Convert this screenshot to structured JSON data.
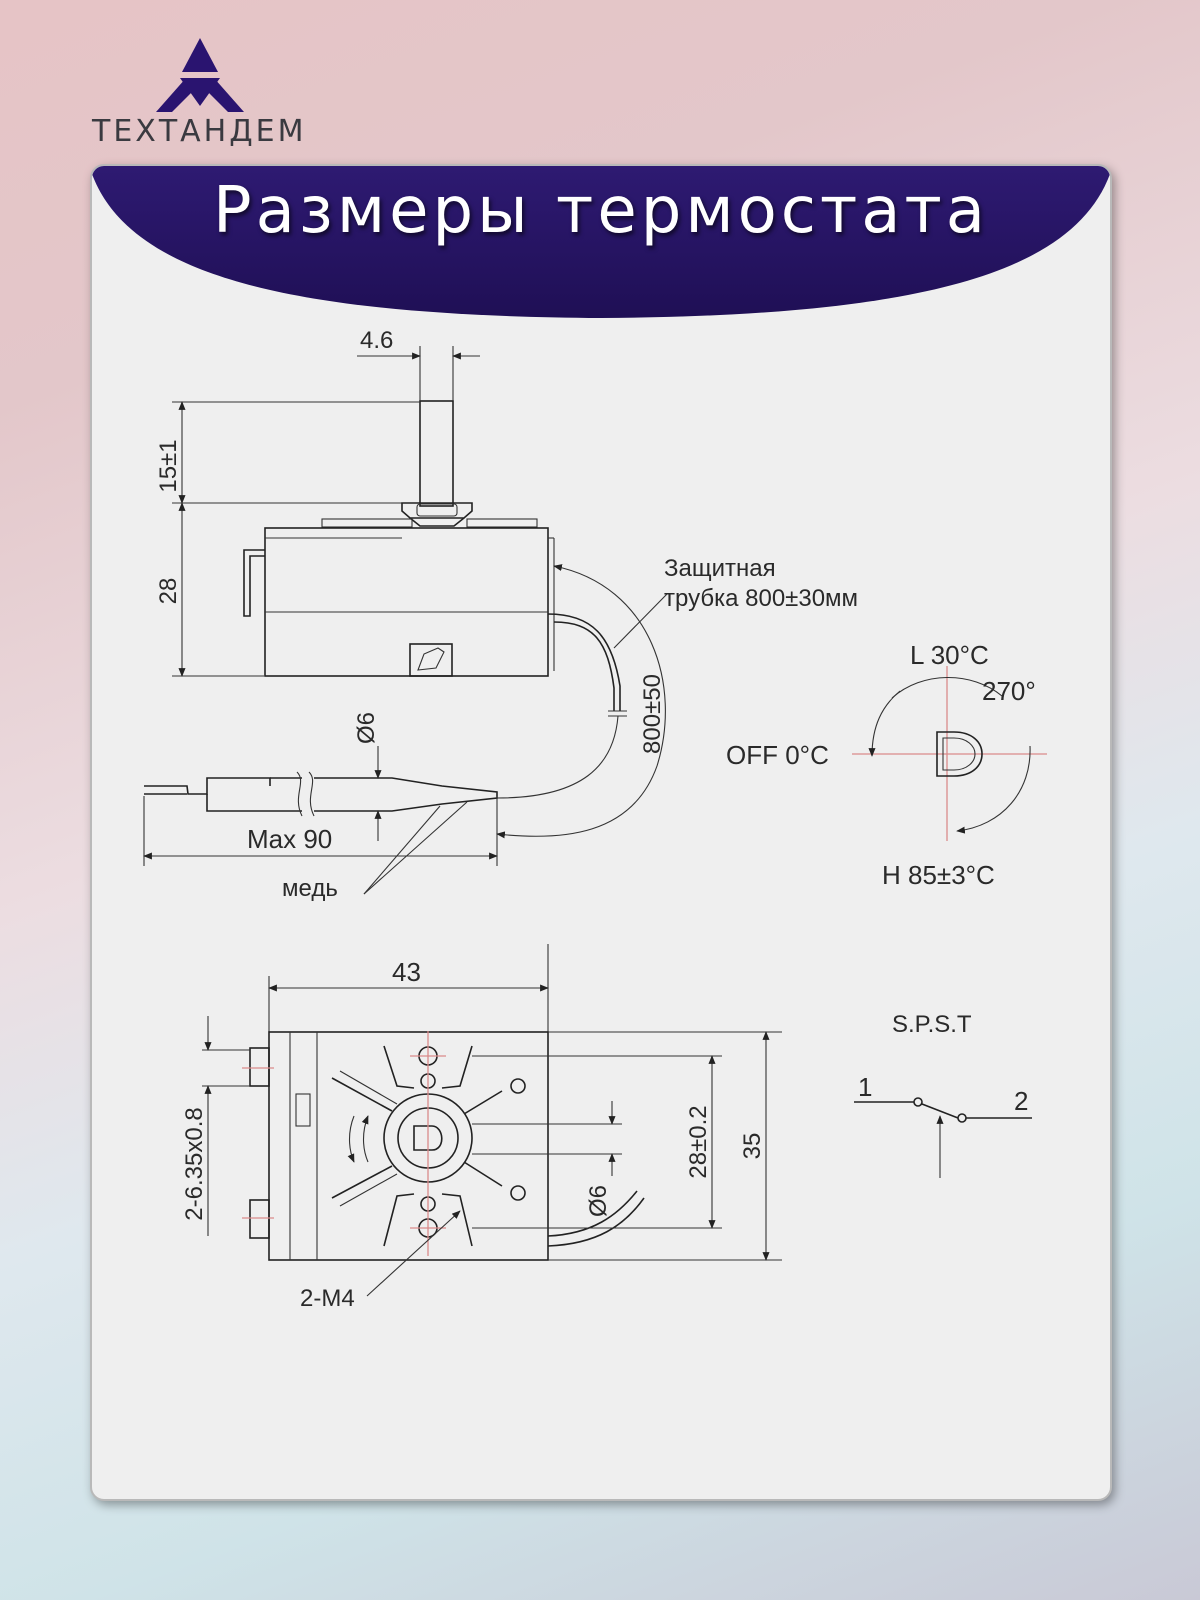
{
  "brand": {
    "name": "ТЕХТАНДЕМ",
    "accent_color": "#2a1470",
    "logo_icon": "triangle-logo-icon"
  },
  "banner": {
    "title": "Размеры термостата",
    "color": "#24115f"
  },
  "side_view": {
    "shaft_width": "4.6",
    "shaft_height": "15±1",
    "body_height": "28",
    "tube_label_line1": "Защитная",
    "tube_label_line2": "трубка 800±30мм",
    "capillary_length": "800±50",
    "bulb_diameter": "Ø6",
    "bulb_length": "Max 90",
    "material": "медь"
  },
  "dial": {
    "low": "L 30°C",
    "rotation": "270°",
    "off": "OFF 0°C",
    "high": "H 85±3°C"
  },
  "top_view": {
    "width": "43",
    "terminals": "2-6.35x0.8",
    "mount_spacing": "28±0.2",
    "height": "35",
    "shaft_diameter": "Ø6",
    "screws": "2-M4"
  },
  "switch": {
    "type": "S.P.S.T",
    "terminal_1": "1",
    "terminal_2": "2"
  }
}
